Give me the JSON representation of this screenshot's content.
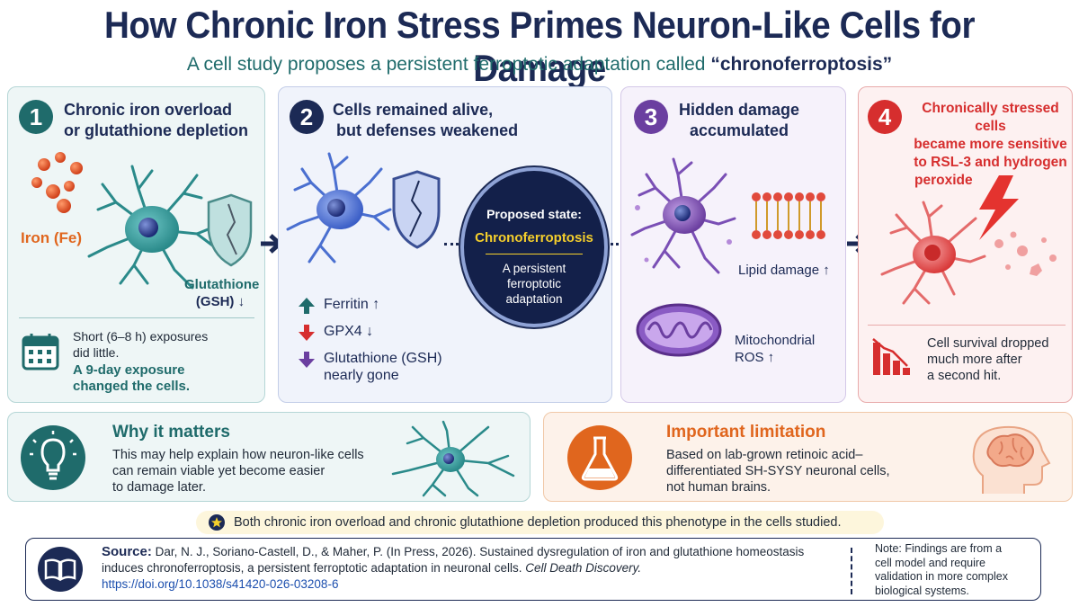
{
  "title": "How Chronic Iron Stress Primes Neuron-Like Cells for Damage",
  "subtitle_prefix": "A cell study proposes a persistent ferroptotic adaptation called ",
  "subtitle_term": "“chronoferroptosis”",
  "colors": {
    "navy": "#1c2a55",
    "teal": "#1f6b6b",
    "purple": "#6b3fa0",
    "red": "#d62e2e",
    "orange": "#e0661e"
  },
  "step1": {
    "num": "1",
    "heading_l1": "Chronic iron overload",
    "heading_l2": "or glutathione depletion",
    "iron_label": "Iron (Fe)",
    "gsh_l1": "Glutathione",
    "gsh_l2": "(GSH) ↓",
    "short_l1": "Short (6–8 h) exposures",
    "short_l2": "did little.",
    "long_l1": "A 9-day exposure",
    "long_l2": "changed the cells.",
    "calendar_icon": "calendar-icon"
  },
  "step2": {
    "num": "2",
    "heading_l1": "Cells remained alive,",
    "heading_l2": "but defenses weakened",
    "ferritin": "Ferritin ↑",
    "gpx4": "GPX4  ↓",
    "gsh_l1": "Glutathione (GSH)",
    "gsh_l2": "nearly gone"
  },
  "proposed": {
    "label": "Proposed state:",
    "term": "Chronoferroptosis",
    "desc_l1": "A persistent",
    "desc_l2": "ferroptotic",
    "desc_l3": "adaptation"
  },
  "step3": {
    "num": "3",
    "heading_l1": "Hidden damage",
    "heading_l2": "accumulated",
    "lipid": "Lipid damage ↑",
    "mito_l1": "Mitochondrial",
    "mito_l2": "ROS ↑"
  },
  "step4": {
    "num": "4",
    "heading_l1": "Chronically stressed cells",
    "heading_l2": "became more sensitive",
    "heading_l3": "to RSL-3 and hydrogen",
    "heading_l4": "peroxide",
    "surv_l1": "Cell survival dropped",
    "surv_l2": "much more after",
    "surv_l3": "a second hit."
  },
  "why": {
    "title": "Why it matters",
    "l1": "This may help explain how neuron-like cells",
    "l2": "can remain viable yet become easier",
    "l3": "to damage later.",
    "icon": "lightbulb-icon"
  },
  "limitation": {
    "title": "Important limitation",
    "l1": "Based on lab-grown retinoic acid–",
    "l2": "differentiated SH-SYSY neuronal cells,",
    "l3": "not human brains.",
    "icon": "flask-icon"
  },
  "star_note": "Both chronic iron overload and chronic glutathione depletion produced this phenotype in the cells studied.",
  "source": {
    "label": "Source:",
    "l1": "Dar, N. J., Soriano-Castell, D., & Maher, P. (In Press, 2026). Sustained dysregulation of iron and glutathione homeostasis",
    "l2": "induces chronoferroptosis, a persistent ferroptotic adaptation in neuronal cells.",
    "journal": "Cell Death Discovery.",
    "doi": "https://doi.org/10.1038/s41420-026-03208-6",
    "note_l1": "Note: Findings are from a",
    "note_l2": "cell model and require",
    "note_l3": "validation in more complex",
    "note_l4": "biological systems."
  }
}
